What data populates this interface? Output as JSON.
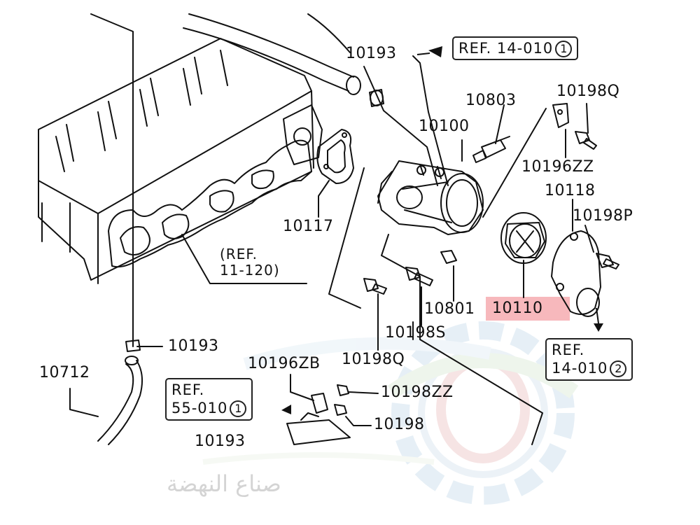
{
  "diagram": {
    "part_labels": {
      "p10193_top": "10193",
      "p10803": "10803",
      "p10100": "10100",
      "p10198Q_top": "10198Q",
      "p10196ZZ": "10196ZZ",
      "p10118": "10118",
      "p10198P": "10198P",
      "p10117": "10117",
      "p10801": "10801",
      "p10110": "10110",
      "p10198S": "10198S",
      "p10193_mid": "10193",
      "p10198Q_bottom": "10198Q",
      "p10712": "10712",
      "p10196ZB": "10196ZB",
      "p10198ZZ": "10198ZZ",
      "p10198": "10198",
      "p10193_bottom": "10193"
    },
    "highlighted_part": "10110",
    "highlight_color": "#f7b8bc",
    "refs": {
      "ref_14_010_1": {
        "text": "REF. 14-010",
        "circle": "1"
      },
      "ref_14_010_2": {
        "line1": "REF.",
        "line2": "14-010",
        "circle": "2"
      },
      "ref_55_010_1": {
        "line1": "REF.",
        "line2": "55-010",
        "circle": "1"
      },
      "ref_11_120": {
        "line1": "(REF.",
        "line2": "11-120)"
      }
    },
    "watermark": {
      "text": "صناع النهضة"
    }
  }
}
